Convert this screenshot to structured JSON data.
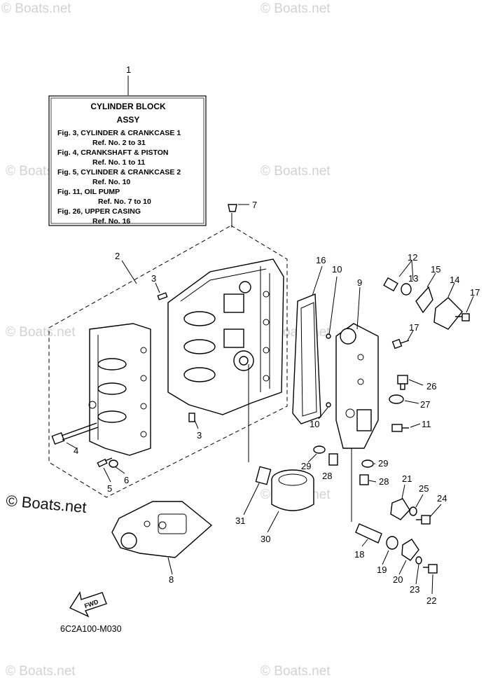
{
  "watermarks": {
    "text": "© Boats.net",
    "bold_text": "© Boats.net"
  },
  "info_box": {
    "ref": "1",
    "title": "CYLINDER BLOCK",
    "subtitle": "ASSY",
    "lines": [
      {
        "fig": "Fig. 3, CYLINDER & CRANKCASE 1",
        "ref": "Ref. No. 2 to 31"
      },
      {
        "fig": "Fig. 4, CRANKSHAFT & PISTON",
        "ref": "Ref. No. 1 to 11"
      },
      {
        "fig": "Fig. 5, CYLINDER & CRANKCASE 2",
        "ref": "Ref. No. 10"
      },
      {
        "fig": "Fig. 11, OIL PUMP",
        "ref": "Ref. No. 7 to 10"
      },
      {
        "fig": "Fig. 26, UPPER CASING",
        "ref": "Ref. No. 16"
      }
    ]
  },
  "callouts": {
    "c2": "2",
    "c3a": "3",
    "c3b": "3",
    "c4": "4",
    "c5": "5",
    "c6": "6",
    "c7": "7",
    "c8": "8",
    "c9": "9",
    "c10a": "10",
    "c10b": "10",
    "c11": "11",
    "c12": "12",
    "c13": "13",
    "c14": "14",
    "c15": "15",
    "c16": "16",
    "c17a": "17",
    "c17b": "17",
    "c18": "18",
    "c19": "19",
    "c20": "20",
    "c21": "21",
    "c22": "22",
    "c23": "23",
    "c24": "24",
    "c25": "25",
    "c26": "26",
    "c27": "27",
    "c28a": "28",
    "c28b": "28",
    "c29a": "29",
    "c29b": "29",
    "c30": "30",
    "c31": "31"
  },
  "fwd_label": "FWD",
  "diagram_code": "6C2A100-M030"
}
